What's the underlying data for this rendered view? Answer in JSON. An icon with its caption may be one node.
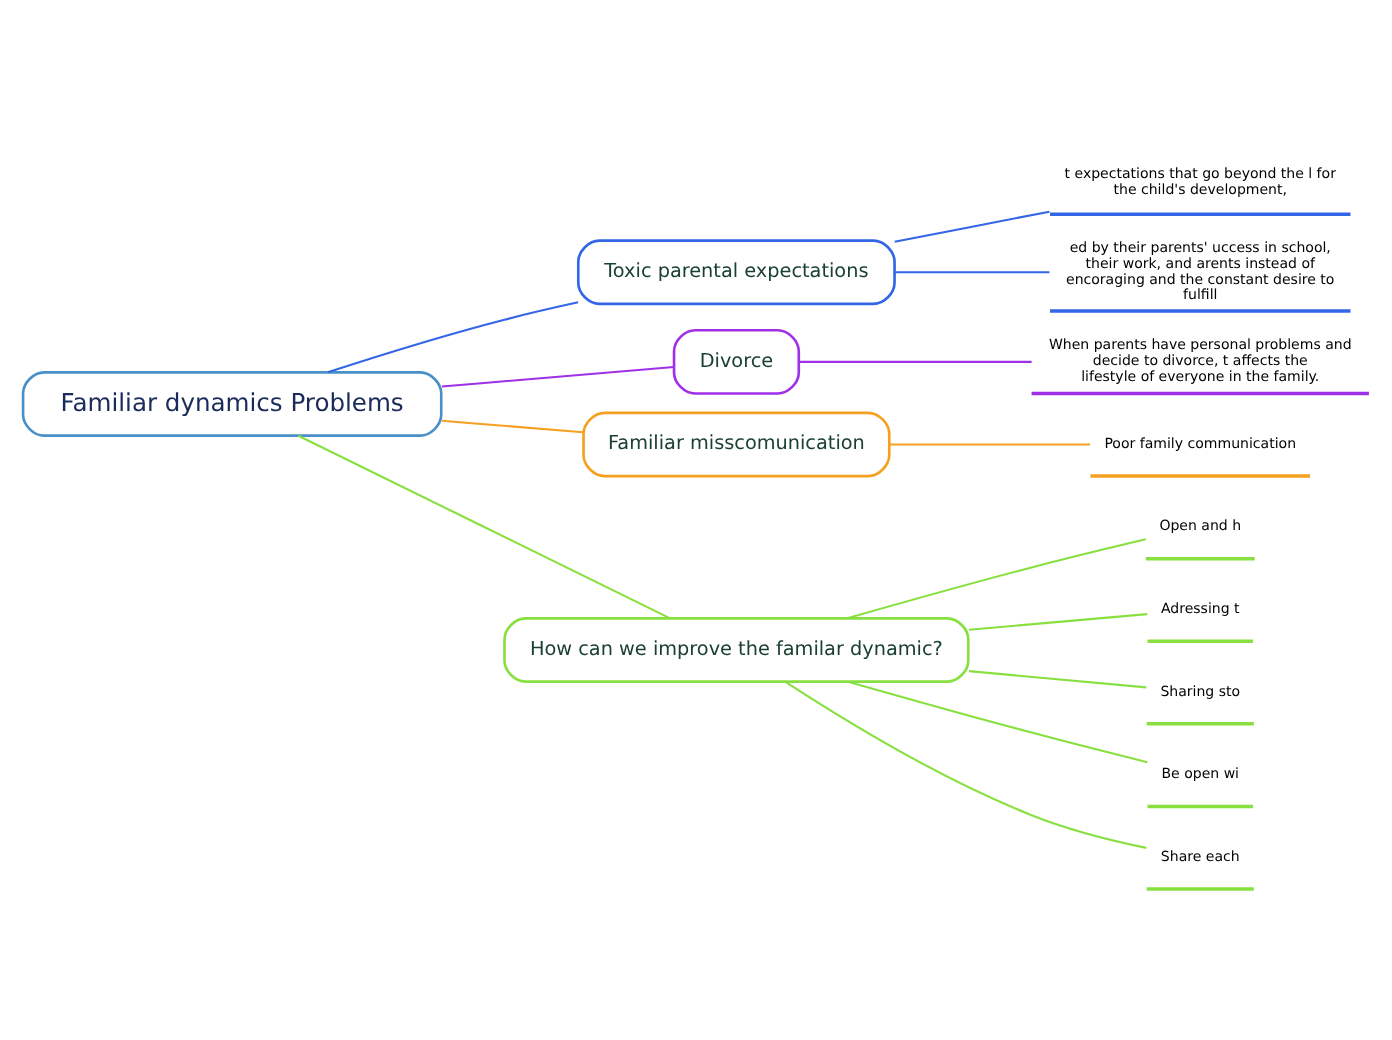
{
  "diagram": {
    "nodes": [
      {
        "text": [
          "Familiar dynamics Problems"
        ]
      },
      {
        "text": [
          "Toxic parental expectations"
        ]
      },
      {
        "text": [
          "t expectations that go beyond the l for the child's development,"
        ]
      },
      {
        "text": [
          "ed by their parents' uccess in school, their work, and arents instead of encoraging and the constant desire to fulfill"
        ]
      },
      {
        "text": [
          "Divorce"
        ]
      },
      {
        "text": [
          "When parents have personal problems and decide to divorce, t affects the lifestyle of everyone in the family."
        ]
      },
      {
        "text": [
          "Familiar misscomunication"
        ]
      },
      {
        "text": [
          "Poor family communication"
        ]
      },
      {
        "text": [
          "How can we improve the familar dynamic?"
        ]
      },
      {
        "text": [
          "Open and h"
        ]
      },
      {
        "text": [
          "Adressing t"
        ]
      },
      {
        "text": [
          "Sharing sto"
        ]
      },
      {
        "text": [
          "Be open wi"
        ]
      },
      {
        "text": [
          "Share each"
        ]
      }
    ],
    "edges": [
      {
        "from": 0,
        "to": 1,
        "arrow": "none",
        "color": "#3366e6"
      },
      {
        "from": 1,
        "to": 2,
        "arrow": "none",
        "color": "#3366e6"
      },
      {
        "from": 1,
        "to": 3,
        "arrow": "none",
        "color": "#3366e6"
      },
      {
        "from": 0,
        "to": 4,
        "arrow": "none",
        "color": "#a030e8"
      },
      {
        "from": 4,
        "to": 5,
        "arrow": "none",
        "color": "#a030e8"
      },
      {
        "from": 0,
        "to": 6,
        "arrow": "none",
        "color": "#f5a020"
      },
      {
        "from": 6,
        "to": 7,
        "arrow": "none",
        "color": "#f5a020"
      },
      {
        "from": 0,
        "to": 8,
        "arrow": "none",
        "color": "#88e040"
      },
      {
        "from": 8,
        "to": 9,
        "arrow": "none",
        "color": "#88e040"
      },
      {
        "from": 8,
        "to": 10,
        "arrow": "none",
        "color": "#88e040"
      },
      {
        "from": 8,
        "to": 11,
        "arrow": "none",
        "color": "#88e040"
      },
      {
        "from": 8,
        "to": 12,
        "arrow": "none",
        "color": "#88e040"
      },
      {
        "from": 8,
        "to": 13,
        "arrow": "none",
        "color": "#88e040"
      }
    ]
  }
}
